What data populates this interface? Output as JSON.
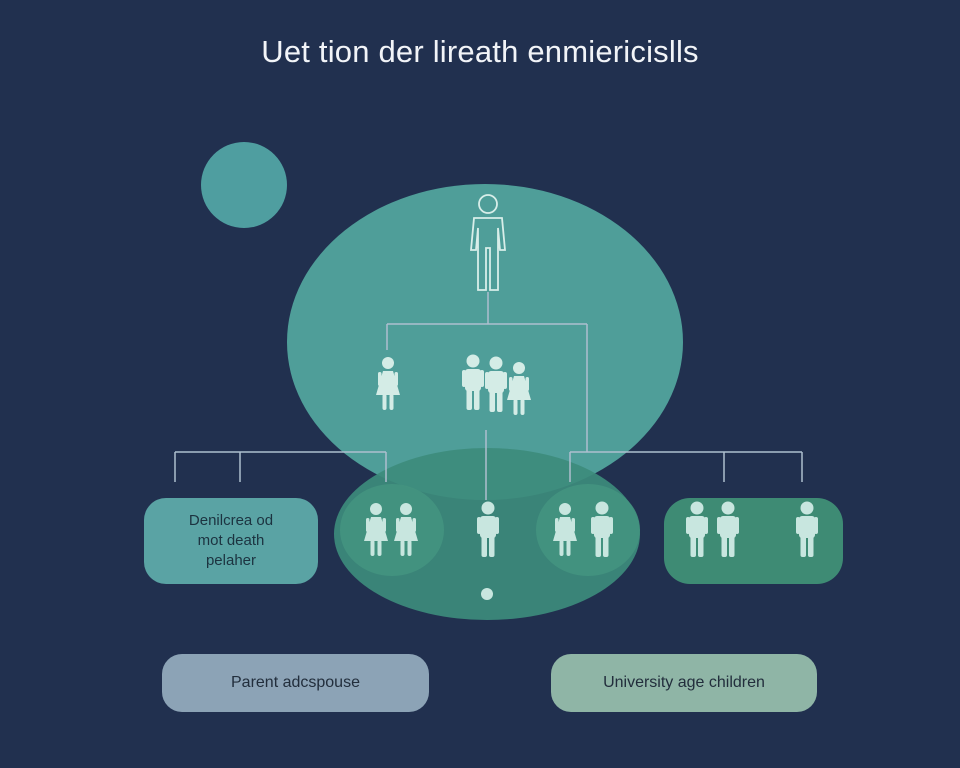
{
  "title": "Uet tion der lireath enmiericislls",
  "left_box": {
    "lines": [
      "Denilcrea od",
      "mot death",
      "pelaher"
    ]
  },
  "bottom_labels": {
    "left": "Parent adcspouse",
    "right": "University age children"
  },
  "colors": {
    "background": "#21304f",
    "teal_circle": "#4f9ea0",
    "big_ellipse": "#52a49d",
    "lower_ellipse": "#3f8f80",
    "figure": "#c8e6df",
    "connector": "#aebfcf",
    "left_pill": "#8ca3b6",
    "right_pill": "#8fb5a6"
  },
  "icons": [
    "person-outline-icon",
    "person-icon",
    "woman-icon",
    "family-icon"
  ]
}
